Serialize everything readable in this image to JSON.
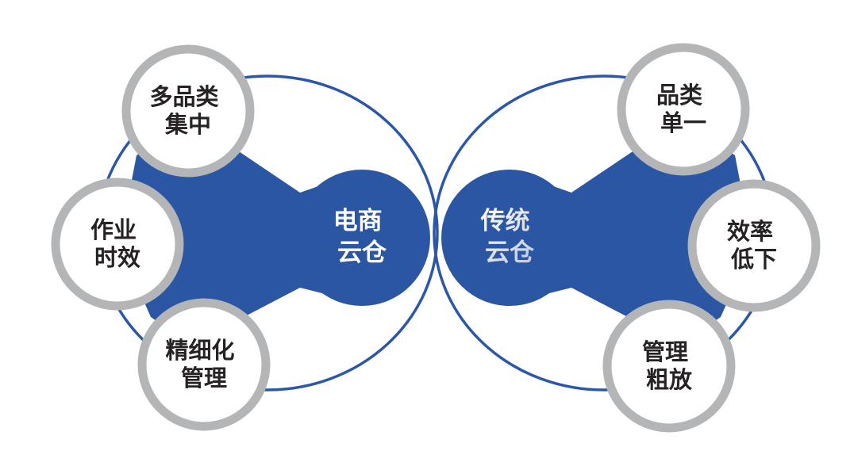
{
  "diagram": {
    "left": {
      "hub": {
        "line1": "电商",
        "line2": "云仓"
      },
      "satellites": [
        {
          "line1": "多品类",
          "line2": "集中"
        },
        {
          "line1": "作业",
          "line2": "时效"
        },
        {
          "line1": "精细化",
          "line2": "管理"
        }
      ]
    },
    "right": {
      "hub": {
        "line1": "传统",
        "line2": "云仓"
      },
      "satellites": [
        {
          "line1": "品类",
          "line2": "单一"
        },
        {
          "line1": "效率",
          "line2": "低下"
        },
        {
          "line1": "管理",
          "line2": "粗放"
        }
      ]
    }
  },
  "colors": {
    "primary_blue": "#2a56a4",
    "orbit_stroke_blue": "#2a57a8",
    "satellite_ring_gray": "#b4b5b7",
    "satellite_text": "#272223",
    "hub_text_left": "#ffffff",
    "hub_text_right_gradient_start": "#ffffff",
    "hub_text_right_gradient_end": "#bcc5d9",
    "background": "#ffffff"
  }
}
